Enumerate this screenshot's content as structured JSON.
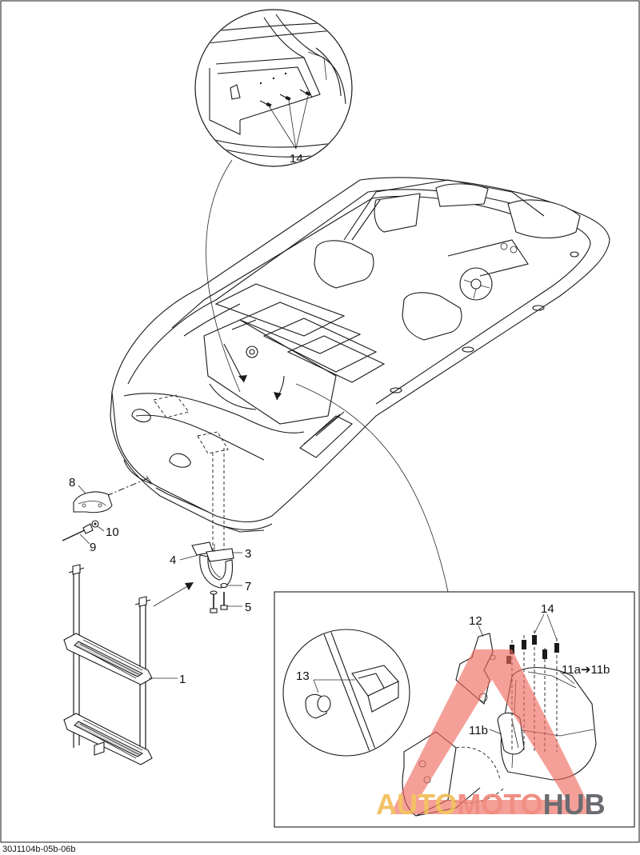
{
  "callouts": {
    "c1": "1",
    "c3": "3",
    "c4": "4",
    "c5": "5",
    "c7": "7",
    "c8": "8",
    "c9": "9",
    "c10": "10",
    "c11a_11b": "11a➔11b",
    "c11b": "11b",
    "c12": "12",
    "c13": "13",
    "c14_top": "14",
    "c14_inset": "14"
  },
  "document_id": "30J1104b-05b-06b",
  "watermark": {
    "part_a": "AUTO",
    "part_b": "MOTO",
    "part_c": "HUB",
    "colors": {
      "a": "#f0b84a",
      "b": "#ee7b6e",
      "c": "#4f5258",
      "triangle": "#ee6b5e"
    }
  }
}
